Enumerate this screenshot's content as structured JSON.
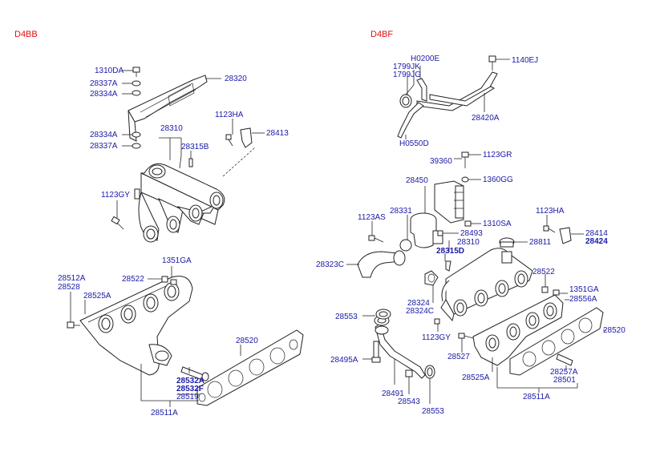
{
  "engines": {
    "left": "D4BB",
    "right": "D4BF"
  },
  "left_labels": {
    "l1310DA": "1310DA",
    "l28337A_top": "28337A",
    "l28334A_top": "28334A",
    "l28320": "28320",
    "l28334A_bot": "28334A",
    "l28337A_bot": "28337A",
    "l28310": "28310",
    "l28315B": "28315B",
    "l1123HA": "1123HA",
    "l28413": "28413",
    "l1123GY": "1123GY",
    "l1351GA": "1351GA",
    "l28512A": "28512A",
    "l28528": "28528",
    "l28522": "28522",
    "l28525A": "28525A",
    "l28520": "28520",
    "l28532A": "28532A",
    "l28532F": "28532F",
    "l28519": "28519",
    "l28511A": "28511A"
  },
  "right_labels": {
    "rH0200E": "H0200E",
    "r1799JK": "1799JK",
    "r1799JG": "1799JG",
    "r1140EJ": "1140EJ",
    "r28420A": "28420A",
    "rH0550D": "H0550D",
    "r39360": "39360",
    "r1123GR": "1123GR",
    "r1360GG": "1360GG",
    "r28450": "28450",
    "r28331": "28331",
    "r1123AS": "1123AS",
    "r1310SA": "1310SA",
    "r28493": "28493",
    "r1123HA": "1123HA",
    "r28414": "28414",
    "r28424": "28424",
    "r28310": "28310",
    "r28811": "28811",
    "r28315D": "28315D",
    "r28323C": "28323C",
    "r28522": "28522",
    "r1351GA": "1351GA",
    "r28556A": "28556A",
    "r28324": "28324",
    "r28324C": "28324C",
    "r28553_top": "28553",
    "r1123GY": "1123GY",
    "r28520": "28520",
    "r28527": "28527",
    "r28495A": "28495A",
    "r28525A": "28525A",
    "r28257A": "28257A",
    "r28501": "28501",
    "r28491": "28491",
    "r28543": "28543",
    "r28553_bot": "28553",
    "r28511A": "28511A"
  }
}
